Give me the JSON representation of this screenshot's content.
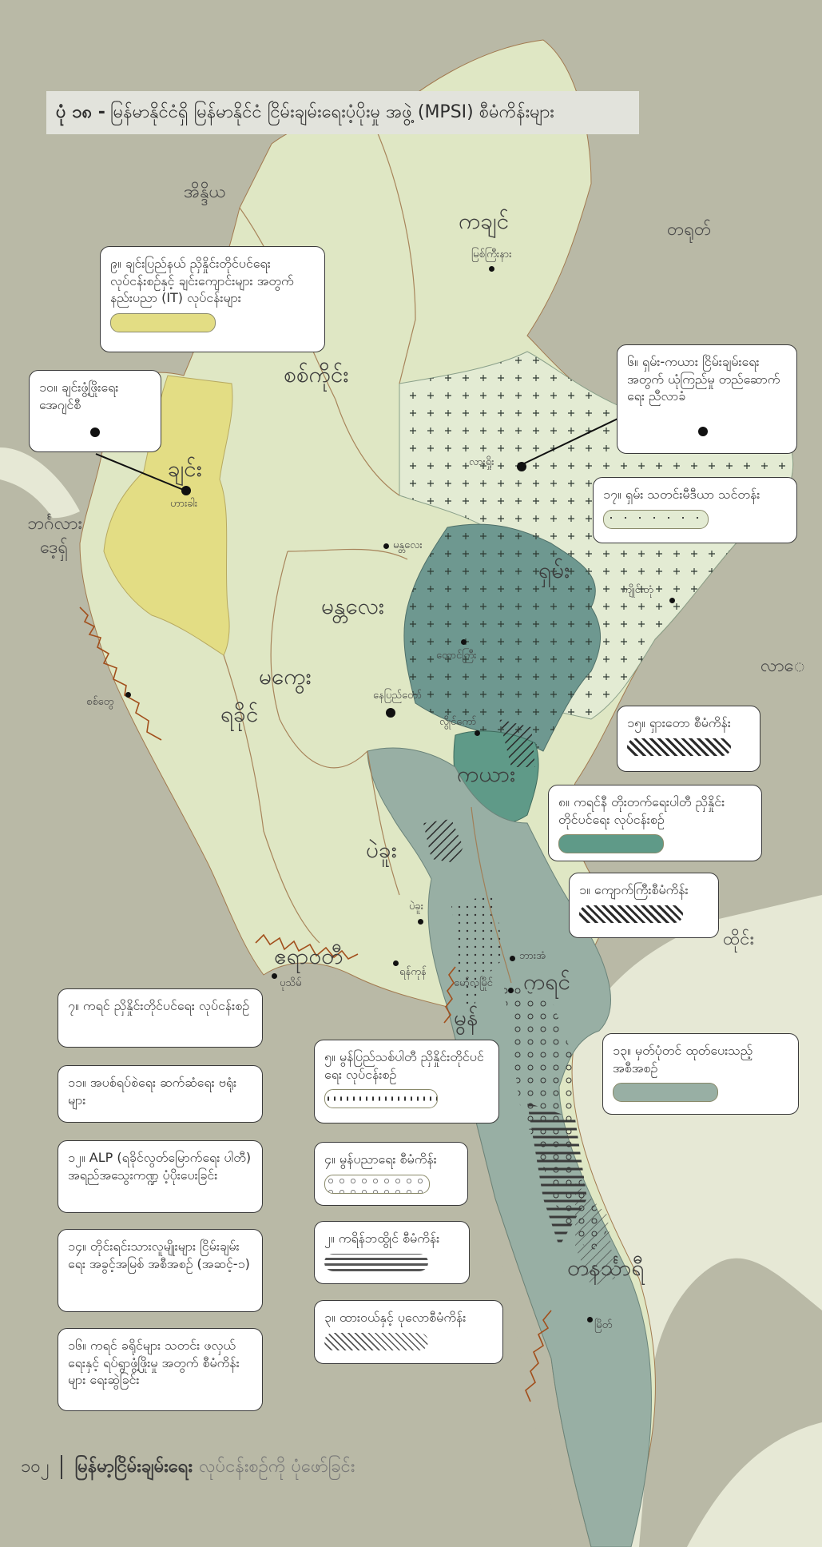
{
  "title": {
    "number": "ပုံ ၁၈ -",
    "text": "မြန်မာနိုင်ငံရှိ မြန်မာနိုင်ငံ ငြိမ်းချမ်းရေးပံ့ပိုးမှု အဖွဲ့ (MPSI) စီမံကိန်းများ"
  },
  "countries": {
    "india": "အိန္ဒိယ",
    "china": "တရုတ်",
    "bangladesh_1": "ဘင်္ဂလား",
    "bangladesh_2": "ဒေ့ရှ်",
    "laos": "လာေ",
    "thailand": "ထိုင်း"
  },
  "regions": {
    "kachin": "ကချင်",
    "sagaing": "စစ်ကိုင်း",
    "chin": "ချင်း",
    "shan": "ရှမ်း",
    "mandalay": "မန္တလေး",
    "magway": "မကွေး",
    "rakhine": "ရခိုင်",
    "kayah": "ကယား",
    "bago": "ပဲခူး",
    "ayeyarwady": "ဧရာဝတီ",
    "kayin": "ကရင်",
    "mon": "မွန်",
    "tanintharyi": "တနင်္သာရီ"
  },
  "cities": {
    "myitkyina": "မြစ်ကြီးနား",
    "lashio": "လားရှိုး",
    "hakha": "ဟားခါး",
    "mandalay": "မန္တလေး",
    "kengtung": "ကျိုင်းတုံ",
    "taunggyi": "တောင်ကြီး",
    "naypyitaw": "နေပြည်တော်",
    "loikaw": "လွိုင်ကော်",
    "sittwe": "စစ်တွေ",
    "bago": "ပဲခူး",
    "hpa_an": "ဘားအံ",
    "mawlamyine": "မော်လမြိုင်",
    "yangon": "ရန်ကုန်",
    "pathein": "ပုသိမ်",
    "myeik": "မြိတ်"
  },
  "legend": {
    "b09": "၉။ ချင်းပြည်နယ် ညှိနှိုင်းတိုင်ပင်ရေး လုပ်ငန်းစဉ်နှင့် ချင်းကျောင်းများ အတွက် နည်းပညာ (IT) လုပ်ငန်းများ",
    "b10": "၁၀။ ချင်းဖွံ့ဖြိုးရေး အေဂျင်စီ",
    "b06": "၆။ ရှမ်း-ကယား ငြိမ်းချမ်းရေး အတွက် ယုံကြည်မှု တည်ဆောက်ရေး ညီလာခံ",
    "b17": "၁၇။ ရှမ်း သတင်းမီဒီယာ သင်တန်း",
    "b15": "၁၅။ ရှားတော စီမံကိန်း",
    "b08": "၈။ ကရင်နီ တိုးတက်ရေးပါတီ ညှိနှိုင်းတိုင်ပင်ရေး လုပ်ငန်းစဉ်",
    "b01": "၁။ ကျောက်ကြီးစီမံကိန်း",
    "b07": "၇။ ကရင် ညှိနှိုင်းတိုင်ပင်ရေး လုပ်ငန်းစဉ်",
    "b13": "၁၃။ မှတ်ပုံတင် ထုတ်ပေးသည့် အစီအစဉ်",
    "b11": "၁၁။ အပစ်ရပ်စဲရေး ဆက်ဆံရေး ဗရုံးများ",
    "b05": "၅။ မွန်ပြည်သစ်ပါတီ ညှိနှိုင်းတိုင်ပင်ရေး လုပ်ငန်းစဉ်",
    "b12": "၁၂။ ALP (ရခိုင်လွတ်မြောက်ရေး ပါတီ) အရည်အသွေးကဏ္ဍ ပံ့ပိုးပေးခြင်း",
    "b04": "၄။ မွန်ပညာရေး စီမံကိန်း",
    "b02": "၂။ ကရိန်ဘထွိုင် စီမံကိန်း",
    "b14": "၁၄။ တိုင်းရင်းသားလူမျိုးများ ငြိမ်းချမ်းရေး အခွင့်အမြစ် အစီအစဉ် (အဆင့်-၁)",
    "b03": "၃။ ထားဝယ်နှင့် ပုလောစီမံကိန်း",
    "b16": "၁၆။ ကရင် ခရိုင်များ သတင်း ဖလှယ်ရေးနှင့် ရပ်ရွာဖွံ့ဖြိုးမှု အတွက် စီမံကိန်းများ ရေးဆွဲခြင်း"
  },
  "footer": {
    "page": "၁၀၂",
    "bold": "မြန်မာ့ငြိမ်းချမ်းရေး",
    "light": "လုပ်ငန်းစဉ်ကို ပုံဖော်ခြင်း"
  },
  "colors": {
    "sea": "#b9b9a6",
    "background_land": "#e6e8d5",
    "myanmar_land": "#dfe7c4",
    "chin_yellow": "#e3dd84",
    "shan_teal": "#6e9890",
    "kayah_green": "#5f9a88",
    "southeast_teal": "#98afa4",
    "coast_brown": "#a24f1c",
    "border_orange": "#d8a14e"
  }
}
